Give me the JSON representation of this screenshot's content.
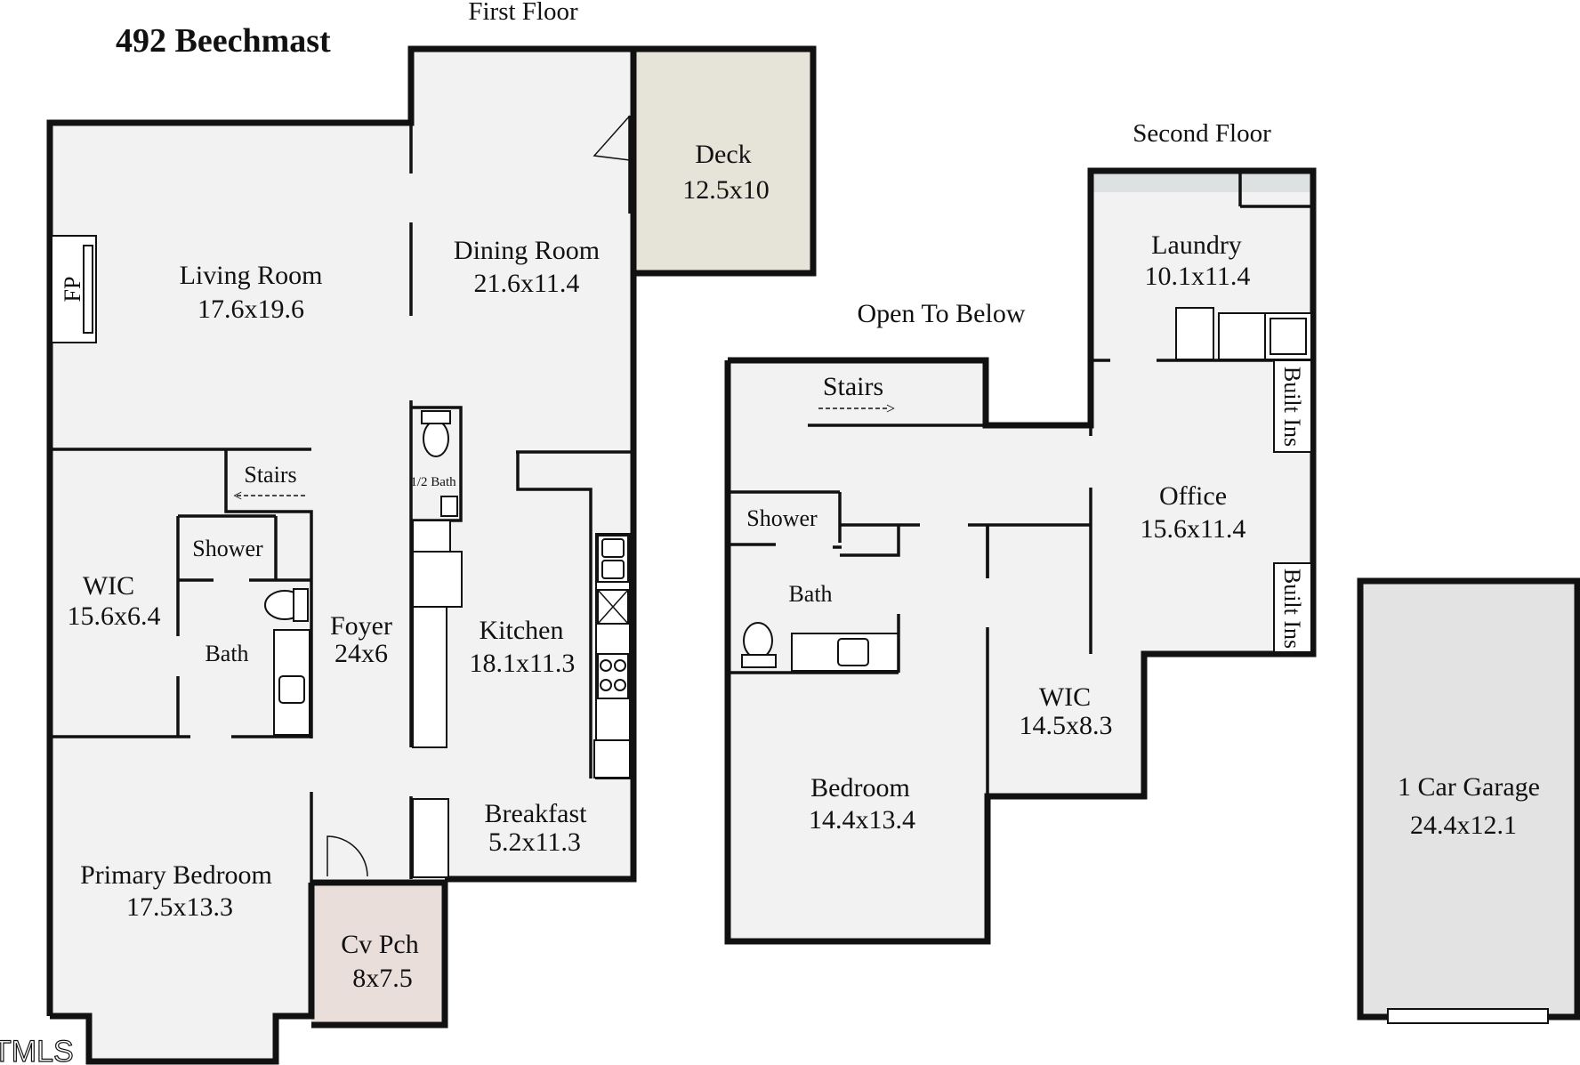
{
  "title": "492 Beechmast",
  "floors": {
    "first": "First Floor",
    "second": "Second Floor"
  },
  "first_floor": {
    "living_room": {
      "name": "Living Room",
      "dims": "17.6x19.6"
    },
    "fireplace": "FP",
    "dining_room": {
      "name": "Dining Room",
      "dims": "21.6x11.4"
    },
    "deck": {
      "name": "Deck",
      "dims": "12.5x10"
    },
    "stairs": "Stairs",
    "stairs_arrow": "<-------",
    "half_bath": "1/2 Bath",
    "shower": "Shower",
    "wic": {
      "name": "WIC",
      "dims": "15.6x6.4"
    },
    "bath": "Bath",
    "foyer": {
      "name": "Foyer",
      "dims": "24x6"
    },
    "kitchen": {
      "name": "Kitchen",
      "dims": "18.1x11.3"
    },
    "breakfast": {
      "name": "Breakfast",
      "dims": "5.2x11.3"
    },
    "primary_bedroom": {
      "name": "Primary Bedroom",
      "dims": "17.5x13.3"
    },
    "porch": {
      "name": "Cv Pch",
      "dims": "8x7.5"
    }
  },
  "second_floor": {
    "open_to_below": "Open To Below",
    "stairs": "Stairs",
    "stairs_arrow": "-------->",
    "laundry": {
      "name": "Laundry",
      "dims": "10.1x11.4"
    },
    "built_ins_1": "Built Ins",
    "built_ins_2": "Built Ins",
    "office": {
      "name": "Office",
      "dims": "15.6x11.4"
    },
    "shower": "Shower",
    "bath": "Bath",
    "wic": {
      "name": "WIC",
      "dims": "14.5x8.3"
    },
    "bedroom": {
      "name": "Bedroom",
      "dims": "14.4x13.4"
    }
  },
  "garage": {
    "name": "1 Car Garage",
    "dims": "24.4x12.1"
  },
  "watermark": "TMLS",
  "colors": {
    "floor_fill": "#f2f2f2",
    "deck_fill": "#e6e3d8",
    "porch_fill": "#eadedb",
    "garage_fill": "#e3e3e3",
    "wall": "#111111"
  }
}
